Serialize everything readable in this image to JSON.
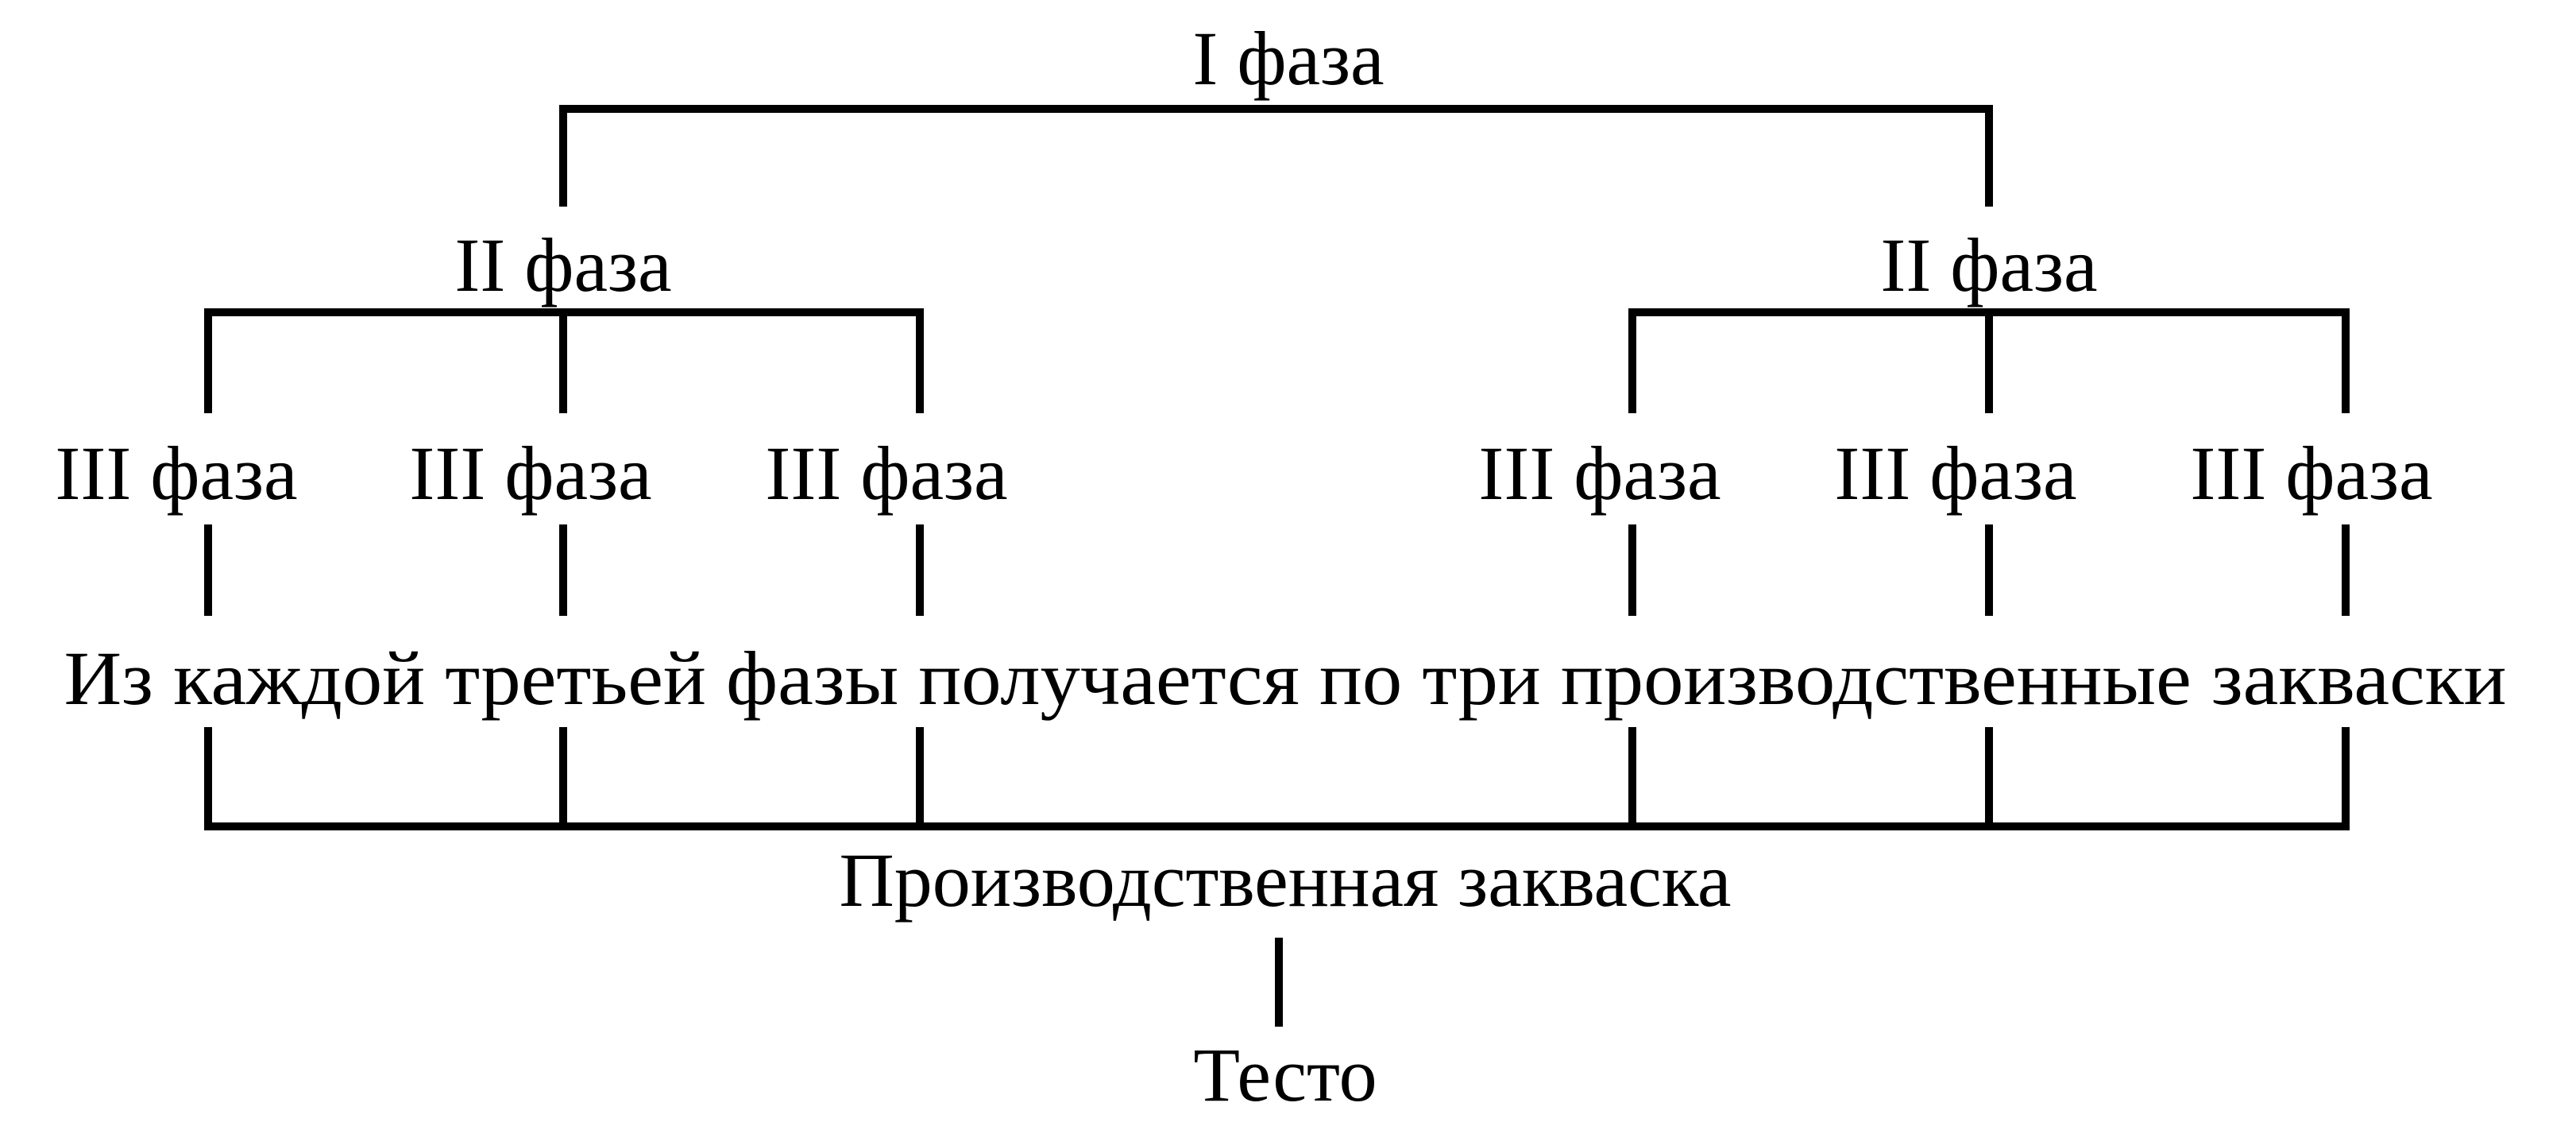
{
  "diagram": {
    "phase1_label": "I фаза",
    "phase2_left_label": "II фаза",
    "phase2_right_label": "II фаза",
    "phase3_labels": [
      "III фаза",
      "III фаза",
      "III фаза",
      "III фаза",
      "III фаза",
      "III фаза"
    ],
    "note": "Из каждой третьей фазы получается по три производственные закваски",
    "production_starter": "Производственная закваска",
    "dough": "Тесто"
  },
  "colors": {
    "line": "#000000",
    "text": "#000000",
    "background": "#ffffff"
  }
}
